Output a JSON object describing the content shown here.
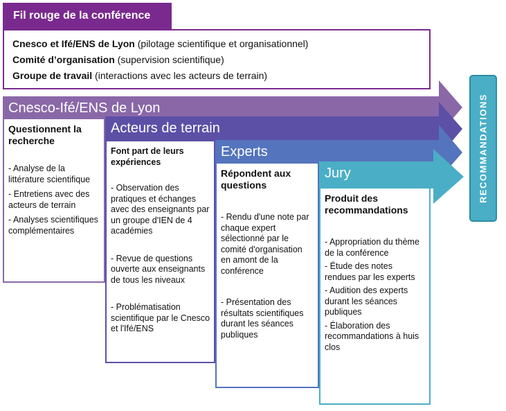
{
  "fil_rouge": {
    "title": "Fil rouge de la conférence",
    "rows": [
      {
        "bold": "Cnesco et Ifé/ENS de Lyon",
        "rest": " (pilotage scientifique et organisationnel)"
      },
      {
        "bold": "Comité d’organisation",
        "rest": " (supervision scientifique)"
      },
      {
        "bold": "Groupe de travail",
        "rest": " (interactions avec les acteurs de terrain)"
      }
    ]
  },
  "columns": [
    {
      "band": "Cnesco-Ifé/ENS de Lyon",
      "heading": "Questionnent la recherche",
      "items": [
        "- Analyse de la littérature scientifique",
        "- Entretiens avec des acteurs de terrain",
        "- Analyses scientifiques complémentaires"
      ]
    },
    {
      "band": "Acteurs de terrain",
      "heading": "Font part de leurs expériences",
      "items": [
        "- Observation des pratiques  et échanges avec des enseignants par un groupe d'IEN de 4 académies",
        "- Revue de questions ouverte aux enseignants de tous les niveaux",
        "- Problématisation scientifique par le Cnesco et l'Ifé/ENS"
      ]
    },
    {
      "band": "Experts",
      "heading": "Répondent aux questions",
      "items": [
        "- Rendu d'une note par chaque expert sélectionné par le comité d'organisation en amont de la conférence",
        "- Présentation des résultats scientifiques durant les séances publiques"
      ]
    },
    {
      "band": "Jury",
      "heading": "Produit des recommandations",
      "items": [
        "- Appropriation du thème de la conférence",
        "- Étude des notes rendues par les experts",
        "- Audition des experts durant les séances publiques",
        "- Élaboration des recommandations à huis clos"
      ]
    }
  ],
  "recommendations": "RECOMMANDATIONS",
  "colors": {
    "fil_rouge": "#7a2a8e",
    "cnesco": "#8a68a8",
    "acteurs": "#5c4fa6",
    "experts": "#5474bd",
    "jury": "#4aaec6"
  }
}
